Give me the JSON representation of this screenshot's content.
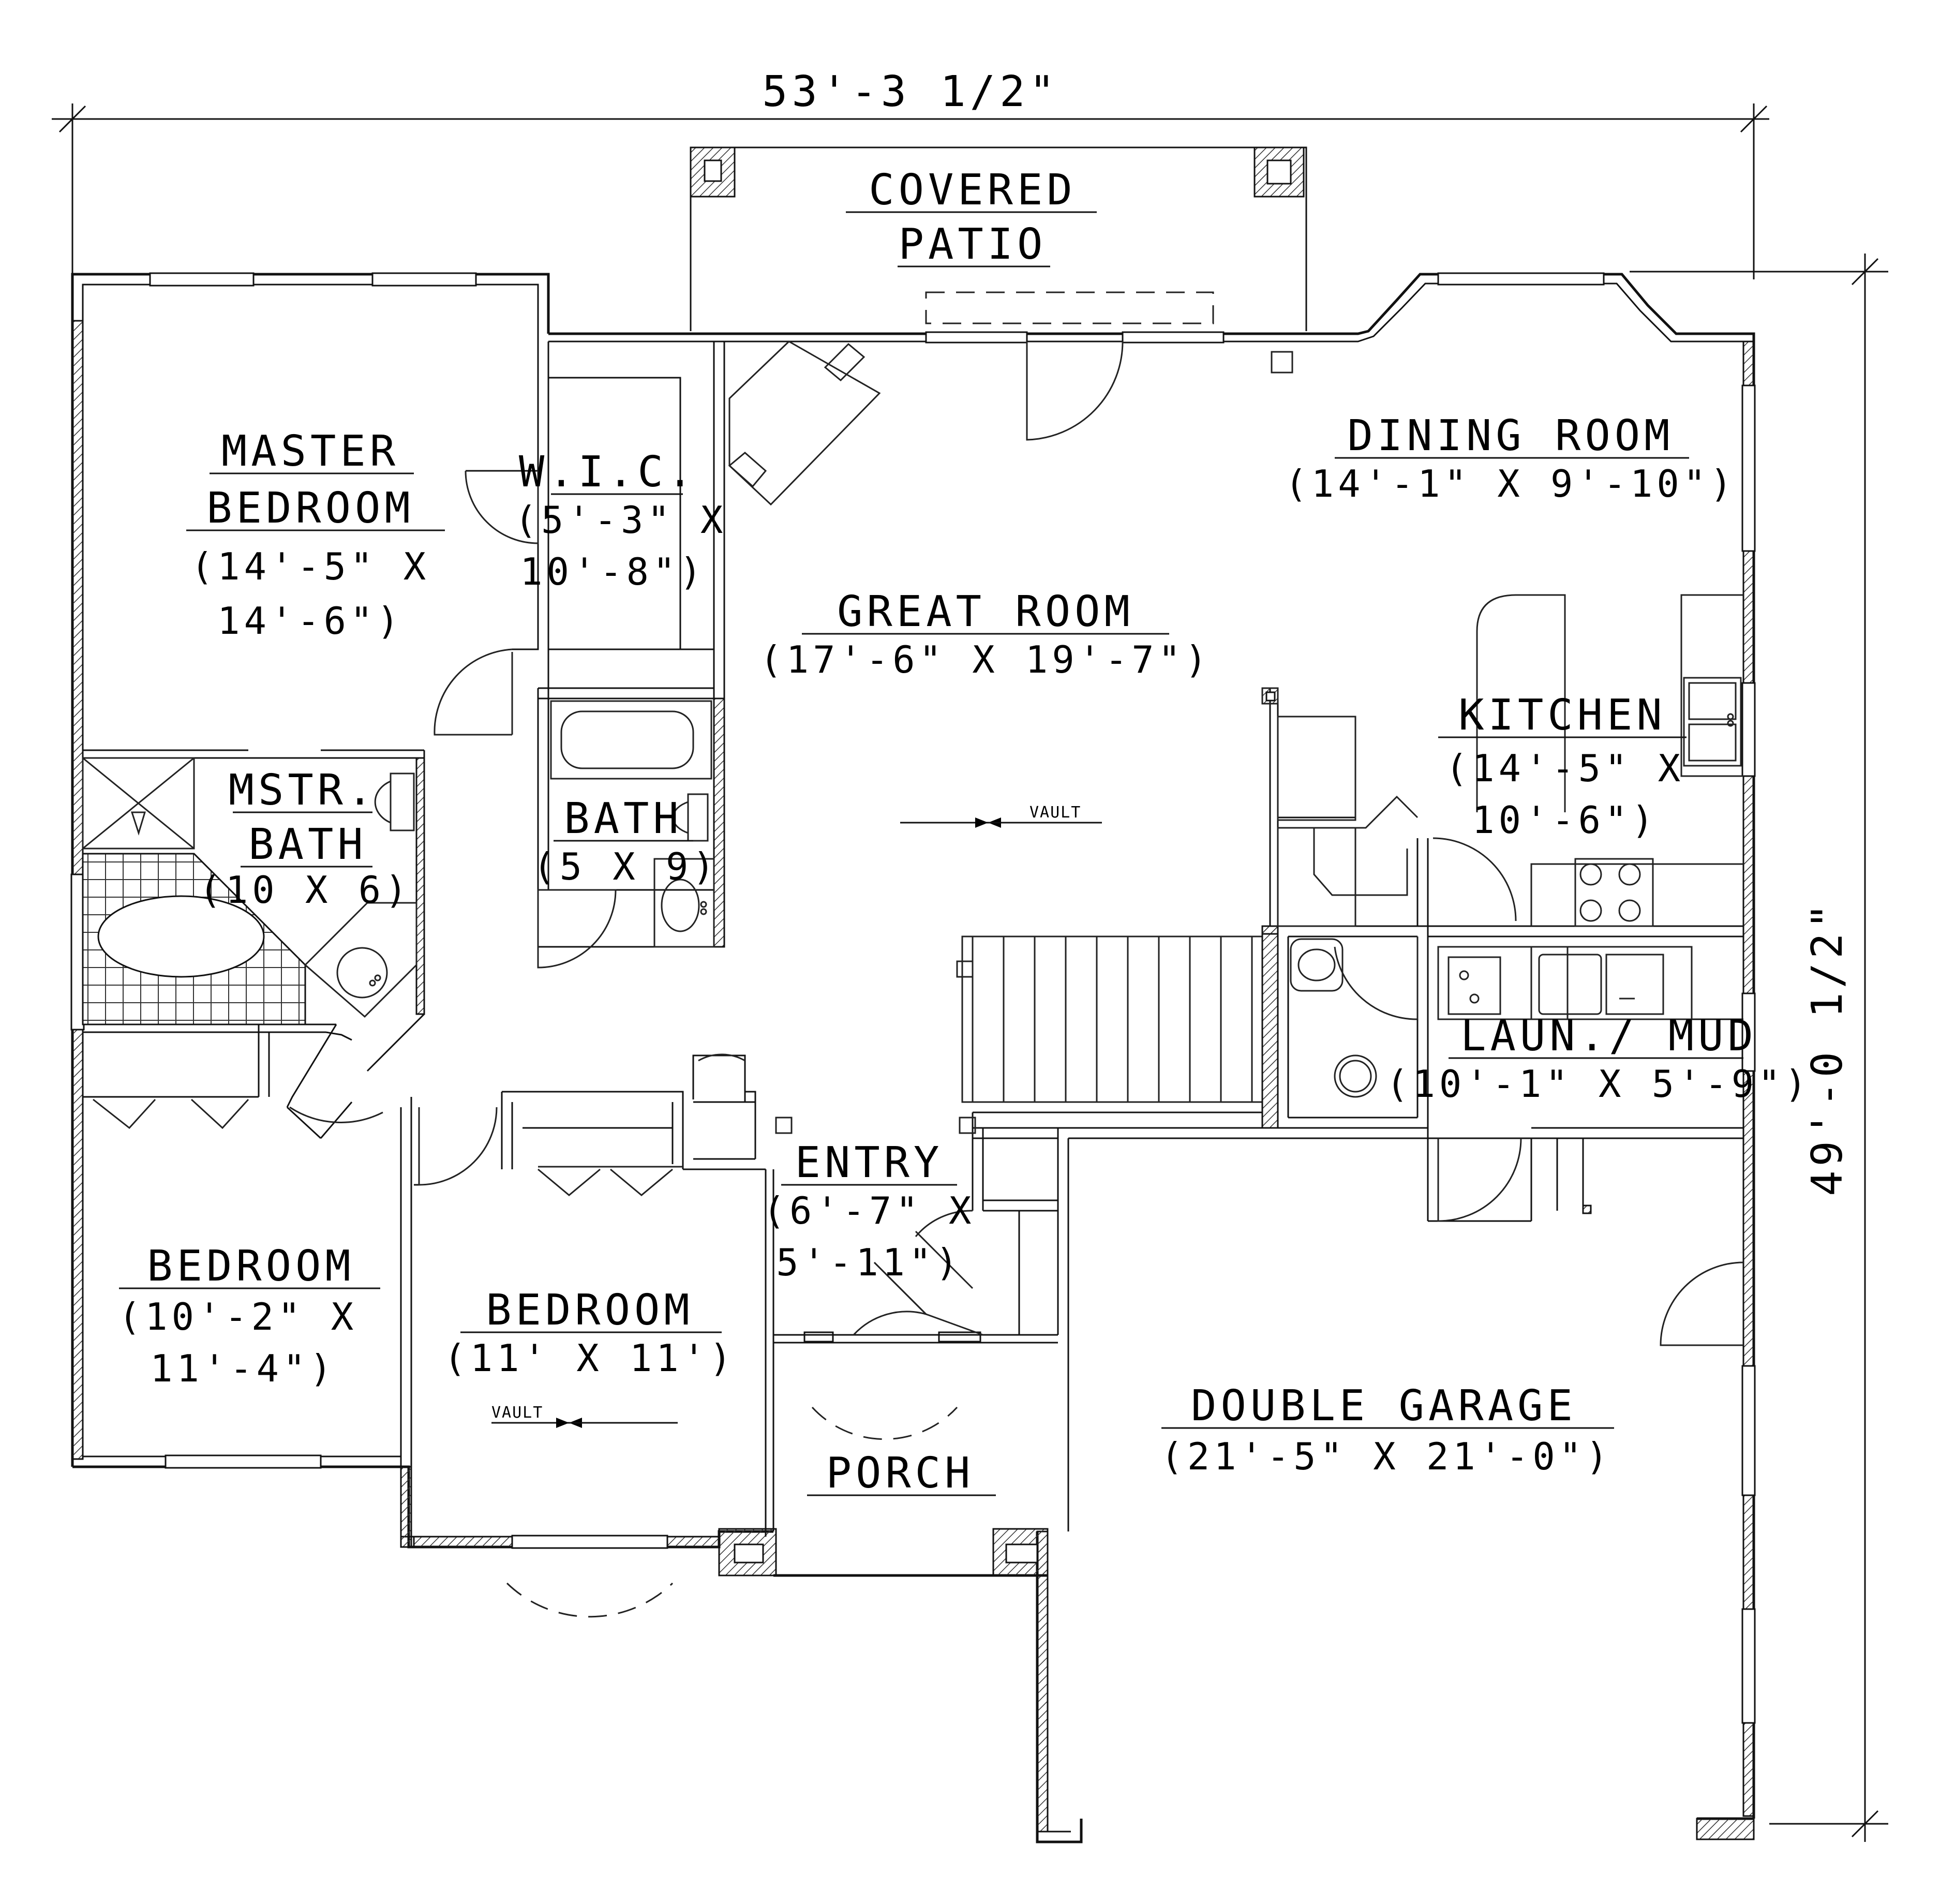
{
  "dimensions": {
    "overall_width": "53'-3 1/2\"",
    "overall_depth": "49'-0 1/2\""
  },
  "rooms": {
    "covered_patio": {
      "line1": "COVERED",
      "line2": "PATIO"
    },
    "master_bedroom": {
      "line1": "MASTER",
      "line2": "BEDROOM",
      "size1": "(14'-5\" X",
      "size2": "14'-6\")"
    },
    "wic": {
      "name": "W.I.C.",
      "size1": "(5'-3\" X",
      "size2": "10'-8\")"
    },
    "great_room": {
      "name": "GREAT ROOM",
      "size": "(17'-6\" X 19'-7\")"
    },
    "dining_room": {
      "name": "DINING ROOM",
      "size": "(14'-1\" X 9'-10\")"
    },
    "kitchen": {
      "name": "KITCHEN",
      "size1": "(14'-5\" X",
      "size2": "10'-6\")"
    },
    "bath": {
      "name": "BATH",
      "size": "(5 X 9)"
    },
    "master_bath": {
      "line1": "MSTR.",
      "line2": "BATH",
      "size": "(10 X 6)"
    },
    "laundry": {
      "name": "LAUN./ MUD",
      "size": "(10'-1\" X 5'-9\")"
    },
    "entry": {
      "name": "ENTRY",
      "size1": "(6'-7\" X",
      "size2": "5'-11\")"
    },
    "bedroom_left": {
      "name": "BEDROOM",
      "size1": "(10'-2\" X",
      "size2": "11'-4\")"
    },
    "bedroom_center": {
      "name": "BEDROOM",
      "size": "(11' X 11')"
    },
    "porch": {
      "name": "PORCH"
    },
    "garage": {
      "name": "DOUBLE GARAGE",
      "size": "(21'-5\" X 21'-0\")"
    }
  },
  "notes": {
    "vault_great_room": "VAULT",
    "vault_bedroom": "VAULT"
  }
}
